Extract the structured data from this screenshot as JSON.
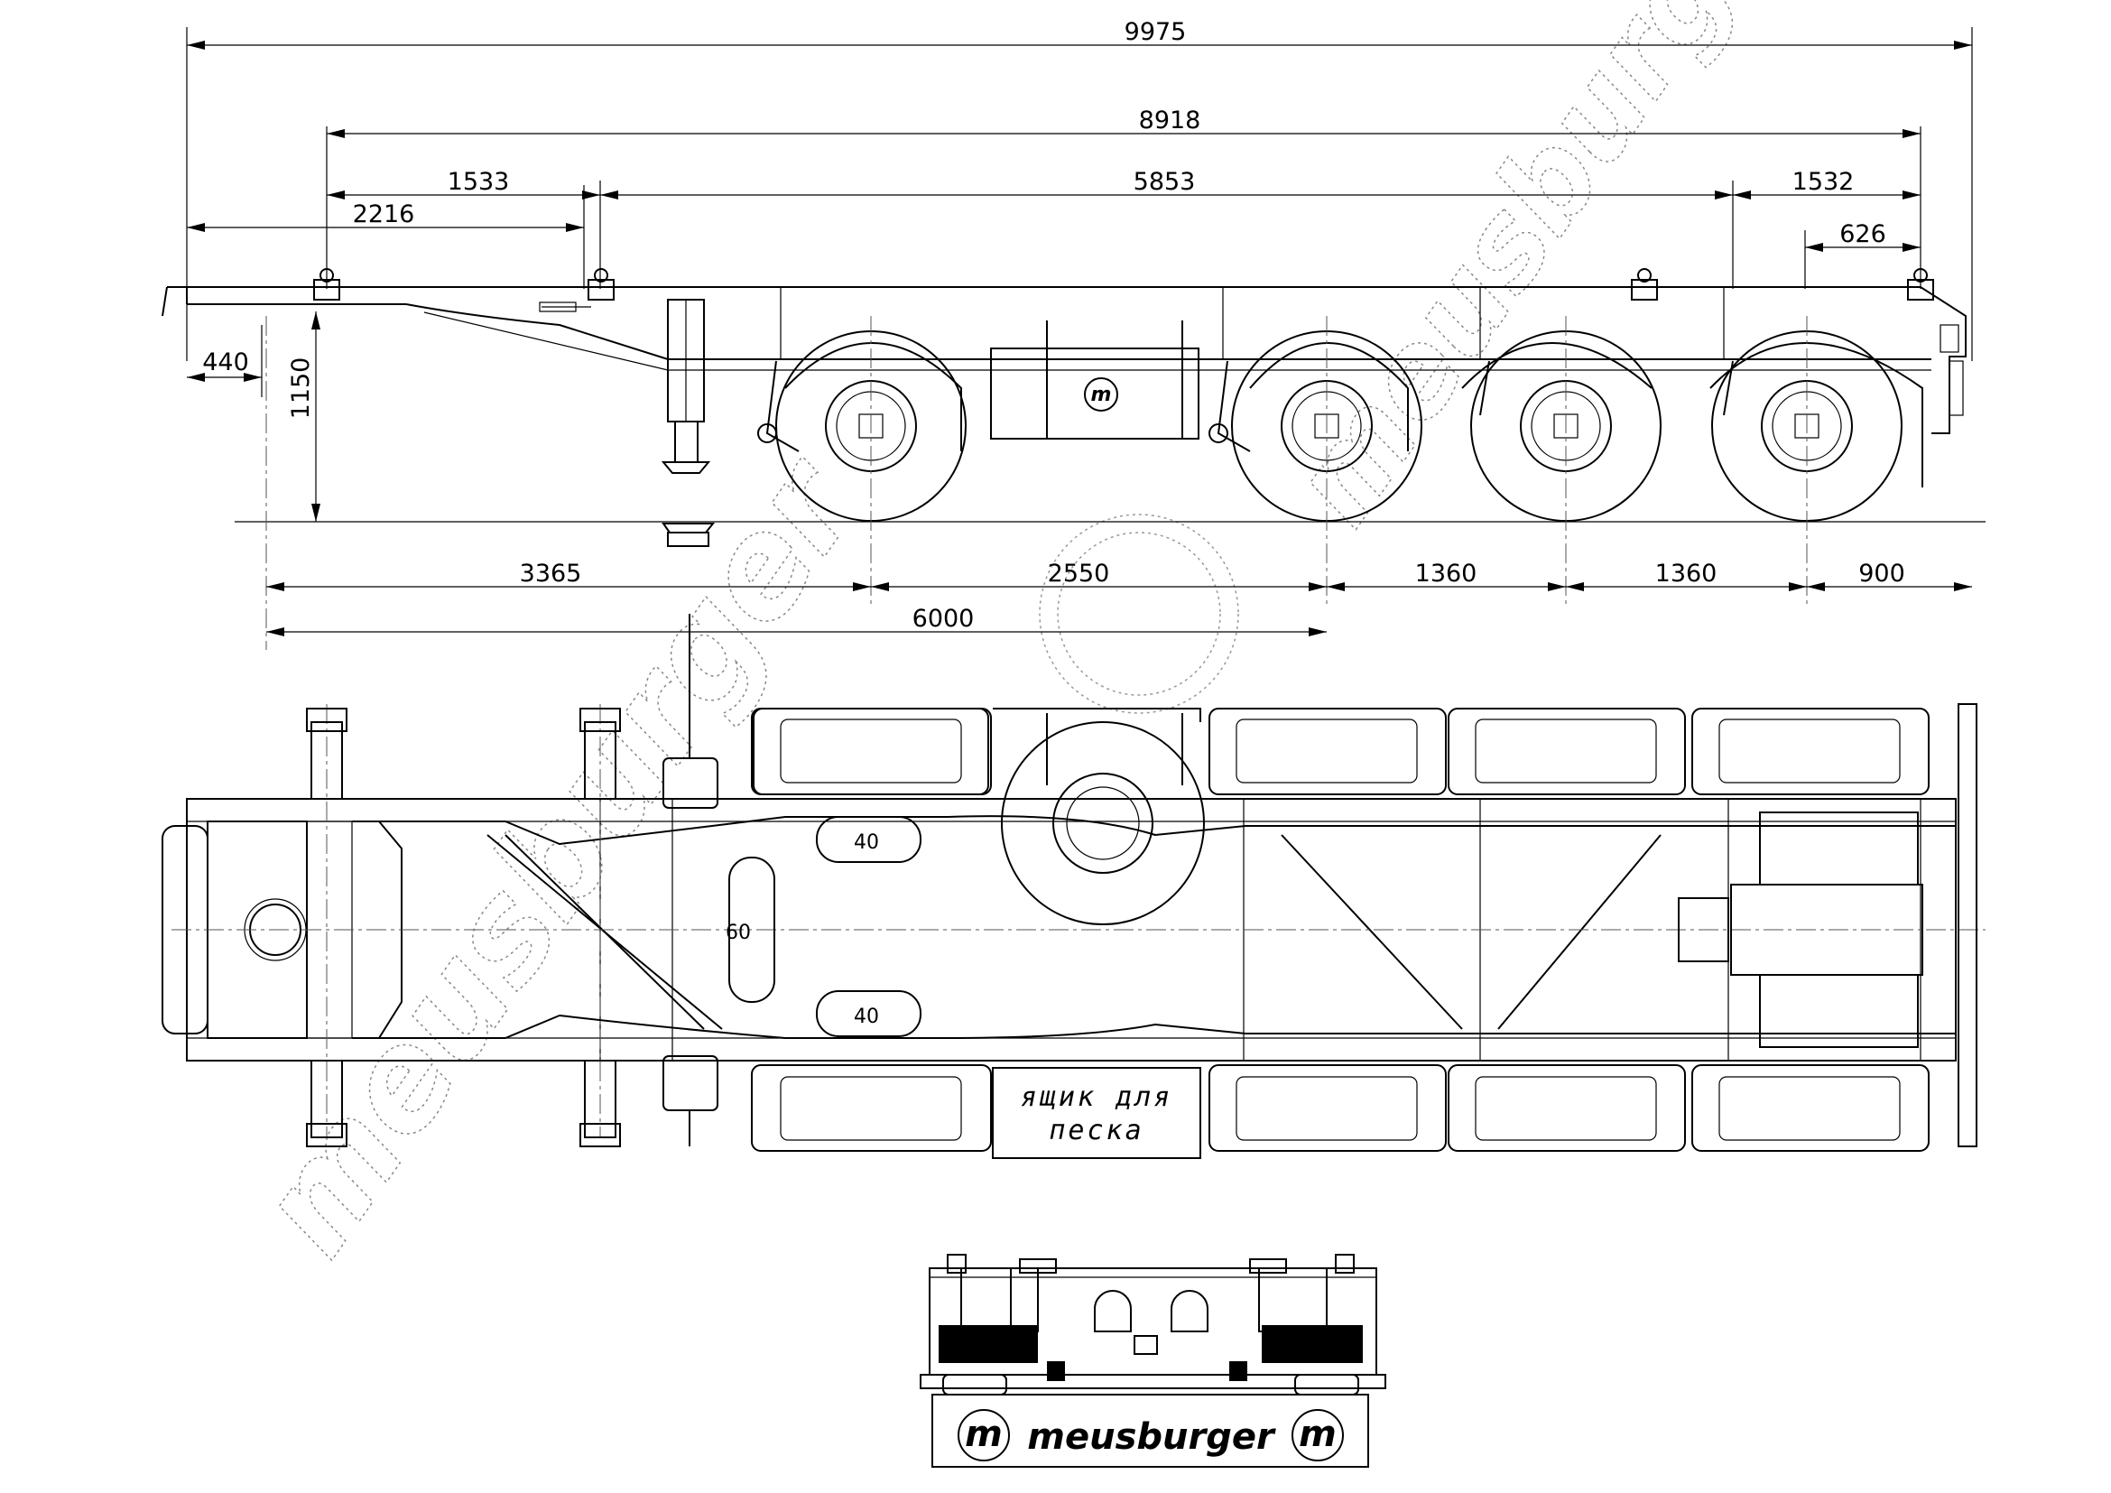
{
  "dimensions": {
    "overall_length": "9975",
    "frame_length": "8918",
    "front_offset": "1533",
    "container_span": "5853",
    "rear_offset": "1532",
    "kingpin_to_twistlock": "2216",
    "rear_twistlock_offset": "626",
    "front_overhang": "440",
    "fifth_wheel_height": "1150",
    "kingpin_to_axle": "3365",
    "axle_gap_1": "2550",
    "axle_gap_2": "1360",
    "axle_gap_3": "1360",
    "rear_overhang": "900",
    "kingpin_to_axle_group": "6000"
  },
  "plan_view": {
    "tank_label_1": "40",
    "tank_label_2": "40",
    "tank_label_3": "60",
    "sand_box_line1": "ящик для",
    "sand_box_line2": "песка"
  },
  "rear_view": {
    "brand_name": "meusburger",
    "logo_glyph": "m"
  },
  "watermark": {
    "text": "meusburger"
  },
  "icons": {
    "logo": "meusburger-logo-icon",
    "spare_wheel": "spare-wheel-icon"
  },
  "colors": {
    "line": "#000000",
    "background": "#ffffff",
    "watermark": "#999999"
  }
}
